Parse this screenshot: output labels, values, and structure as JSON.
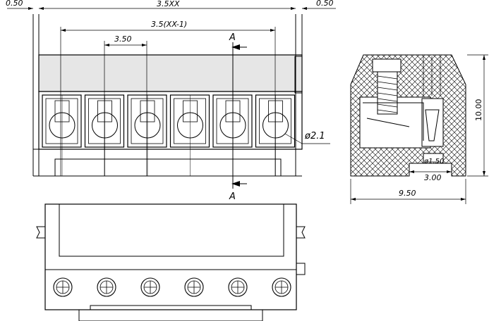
{
  "dimensions": {
    "edge_left": "0.50",
    "total_width": "3.5XX",
    "edge_right": "0.50",
    "span": "3.5(XX-1)",
    "pitch": "3.50",
    "hole_diameter": "ø2.1",
    "height": "10.00",
    "slot_width": "ø1.50",
    "slot_spacing": "3.00",
    "depth": "9.50"
  },
  "section": {
    "label_top": "A",
    "label_bottom": "A"
  },
  "terminal_count": 6
}
